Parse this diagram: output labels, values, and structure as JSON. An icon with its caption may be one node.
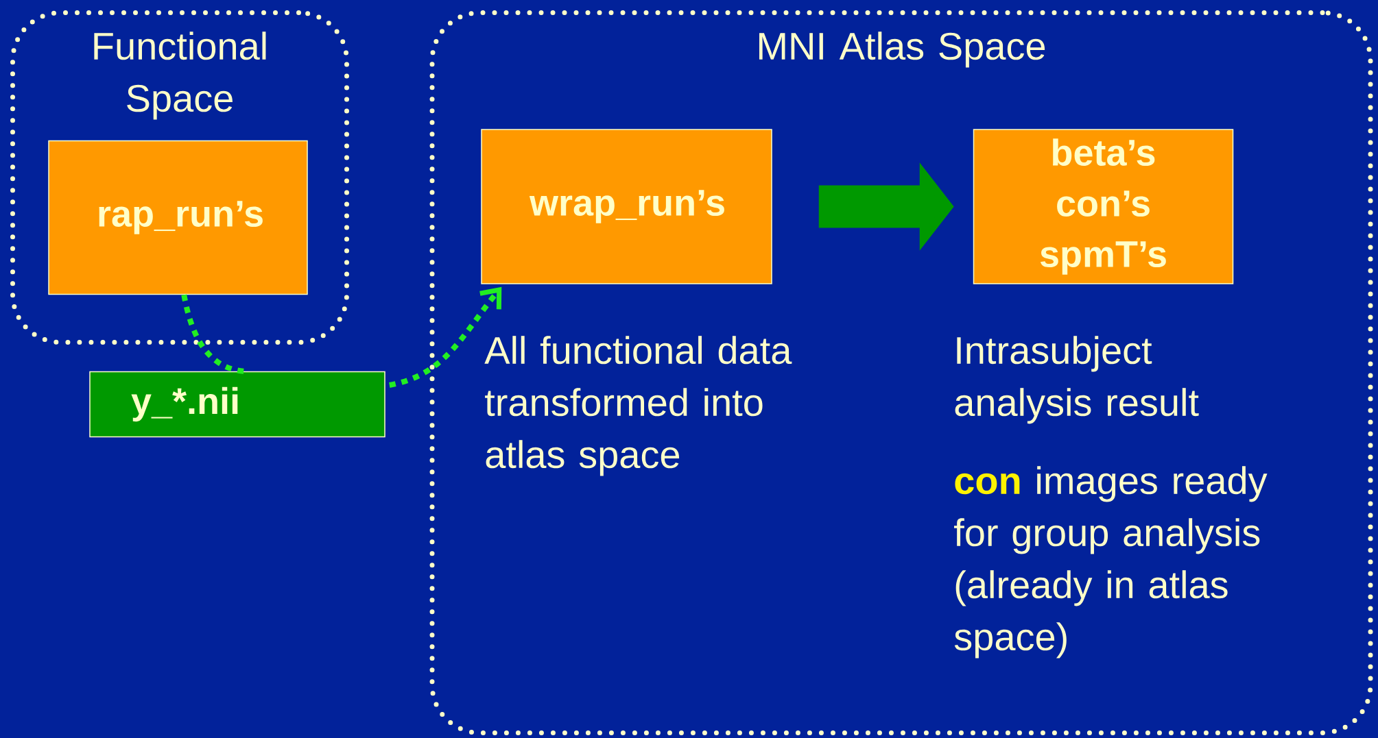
{
  "diagram": {
    "nodes": [
      {
        "text": [
          "Functional Space"
        ]
      },
      {
        "text": [
          "rap_run’s"
        ],
        "in": 0
      },
      {
        "text": [
          "y_*.nii"
        ]
      },
      {
        "text": [
          "MNI Atlas Space"
        ]
      },
      {
        "text": [
          "wrap_run’s"
        ],
        "in": 3,
        "beside": [
          "All functional data transformed into atlas space"
        ]
      },
      {
        "text": [
          "beta’s con’s spmT’s"
        ],
        "in": 3,
        "beside": [
          "Intrasubject analysis result",
          "**con** images ready for group analysis (already in atlas space)"
        ]
      }
    ],
    "edges": [
      {
        "from": 1,
        "to": 2,
        "arrow": "none",
        "style": "dashed",
        "color": "#22ee22"
      },
      {
        "from": 2,
        "to": 4,
        "arrow": "to",
        "style": "dashed",
        "color": "#22ee22"
      },
      {
        "from": 4,
        "to": 5,
        "arrow": "to",
        "style": "thick"
      }
    ]
  }
}
